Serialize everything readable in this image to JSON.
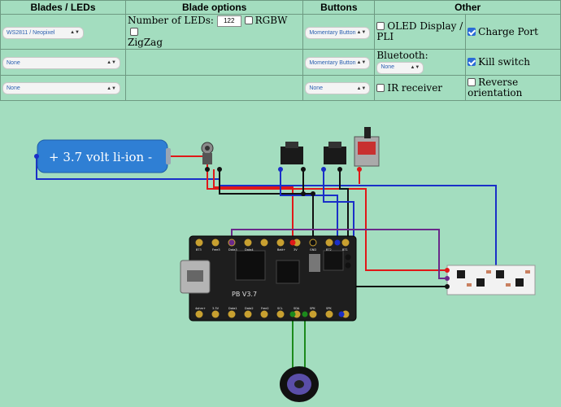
{
  "headers": {
    "blades": "Blades / LEDs",
    "blade_options": "Blade options",
    "buttons": "Buttons",
    "other": "Other"
  },
  "rows": [
    {
      "blade": "WS2811 / Neopixel",
      "button": "Momentary Button",
      "other_left": "OLED Display / PLI",
      "other_right": "Charge Port"
    },
    {
      "blade": "None",
      "button": "Momentary Button",
      "other_left": "Bluetooth:",
      "bluetooth_value": "None",
      "other_right": "Kill switch"
    },
    {
      "blade": "None",
      "button": "None",
      "other_left": "IR receiver",
      "other_right": "Reverse orientation"
    }
  ],
  "blade_options": {
    "num_leds_label": "Number of LEDs:",
    "num_leds_value": "122",
    "rgbw_label": "RGBW",
    "zigzag_label": "ZigZag"
  },
  "checkboxes": {
    "charge_port": true,
    "kill_switch": true,
    "oled": false,
    "ir_receiver": false,
    "reverse_orientation": false,
    "rgbw": false,
    "zigzag": false
  },
  "diagram": {
    "battery_label": "+ 3.7 volt li-ion -",
    "board_label": "PB V3.7",
    "pad_labels_top": [
      "BT3",
      "Free3",
      "Data3",
      "Data4",
      "Batt+",
      "3V",
      "GND",
      "BT2",
      "BT1"
    ],
    "pad_labels_bottom": [
      "4ohm+",
      "3.3V",
      "Data1",
      "Data2",
      "Free2",
      "SCL",
      "SDA",
      "SPK",
      "SPK"
    ]
  },
  "colors": {
    "background": "#a3ddbf",
    "wire_red": "#e01818",
    "wire_blue": "#1a2fc8",
    "wire_black": "#111111",
    "wire_purple": "#6a2a8a",
    "wire_green": "#1c8a1c",
    "battery": "#2f7fd4",
    "board": "#1e1e1e"
  }
}
